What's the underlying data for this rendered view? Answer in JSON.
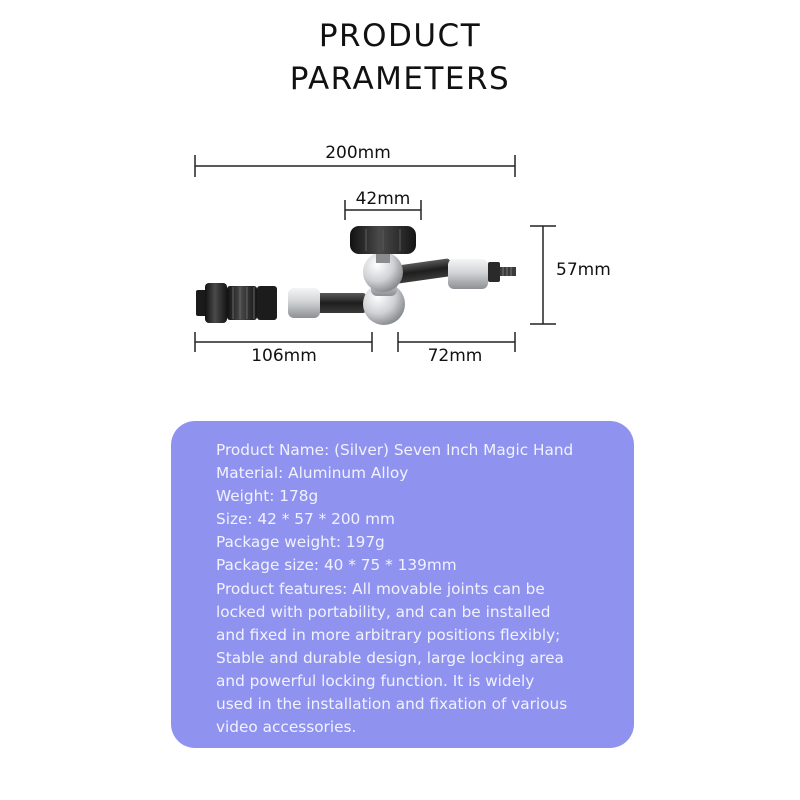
{
  "title": {
    "line1": "PRODUCT",
    "line2": "PARAMETERS"
  },
  "dimensions": {
    "total_length": "200mm",
    "knob_width": "42mm",
    "height": "57mm",
    "left_arm": "106mm",
    "right_arm": "72mm"
  },
  "colors": {
    "panel_background": "#8f93ef",
    "panel_text": "#f1f2ff",
    "title_text": "#111111",
    "knob": "#2f2f2f",
    "metal": "#d2d4d6"
  },
  "specs": {
    "lines": [
      "Product Name: (Silver) Seven Inch Magic Hand",
      "Material: Aluminum Alloy",
      "Weight: 178g",
      "Size: 42 * 57 * 200 mm",
      "Package weight: 197g",
      "Package size: 40 * 75 * 139mm",
      "Product features: All movable joints can be",
      "locked with portability, and can be installed",
      "and fixed in more arbitrary positions flexibly;",
      "Stable and durable design, large locking area",
      "and powerful locking function. It is widely",
      "used in the installation and fixation of various",
      "video accessories."
    ]
  }
}
